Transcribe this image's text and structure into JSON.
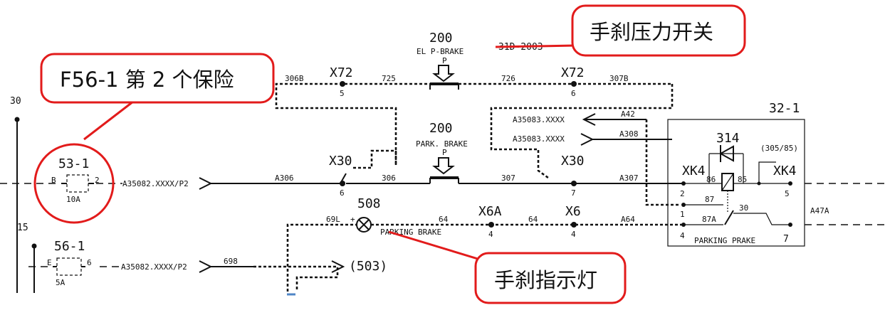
{
  "callouts": {
    "pressure_switch": "手刹压力开关",
    "fuse": "F56-1 第 2 个保险",
    "indicator": "手刹指示灯"
  },
  "rails": {
    "top": "30",
    "bottom": "15"
  },
  "fuse_53": {
    "id": "53-1",
    "left": "B",
    "right": "2",
    "rating": "10A",
    "wire": "A35082.XXXX/P2"
  },
  "fuse_56": {
    "id": "56-1",
    "left": "E",
    "right": "6",
    "rating": "5A",
    "wire": "A35082.XXXX/P2",
    "out": "698"
  },
  "switch_el": {
    "num": "200",
    "name": "EL P-BRAKE",
    "p": "P",
    "ref": "31D-2003"
  },
  "switch_park": {
    "num": "200",
    "name": "PARK. BRAKE",
    "p": "P"
  },
  "top_line": {
    "w1": "306B",
    "x72a": "X72",
    "x72a_pin": "5",
    "w2": "725",
    "w3": "726",
    "x72b": "X72",
    "x72b_pin": "6",
    "w4": "307B"
  },
  "mid_line": {
    "w1": "A306",
    "x30a": "X30",
    "x30a_pin": "6",
    "w2": "306",
    "w3": "307",
    "x30b": "X30",
    "x30b_pin": "7",
    "w4": "A307"
  },
  "refs": {
    "r1": "A35083.XXXX",
    "r1_w": "A42",
    "r2": "A35083.XXXX",
    "r2_w": "A308"
  },
  "lamp": {
    "num": "508",
    "w1": "69L",
    "plus": "+",
    "name": "PARKING BRAKE",
    "w2": "64",
    "x6a": "X6A",
    "x6a_pin": "4",
    "w3": "64",
    "x6": "X6",
    "x6_pin": "4",
    "w4": "A64"
  },
  "ref_503": "(503)",
  "relay_box": {
    "id": "32-1",
    "diode": "314",
    "ref": "(305/85)",
    "xk4_left": "XK4",
    "xk4_right": "XK4",
    "p86": "86",
    "p85": "85",
    "p87": "87",
    "p87a": "87A",
    "p30": "30",
    "pin2": "2",
    "pin1": "1",
    "pin4": "4",
    "pin5": "5",
    "pin7": "7",
    "wire": "A47A",
    "name": "PARKING PRAKE",
    "top_mark": "1"
  }
}
